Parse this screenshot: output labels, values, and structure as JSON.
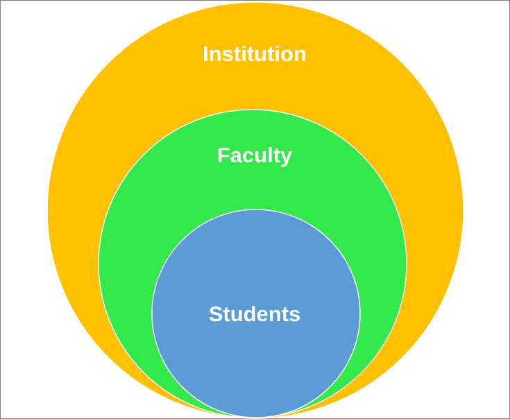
{
  "diagram": {
    "type": "nested-circles",
    "levels": [
      {
        "label": "Institution",
        "color": "#FFC000"
      },
      {
        "label": "Faculty",
        "color": "#33E84B"
      },
      {
        "label": "Students",
        "color": "#5B9BD5"
      }
    ],
    "outline_color": "#FFFFFF",
    "label_color": "#FFFFFF"
  }
}
